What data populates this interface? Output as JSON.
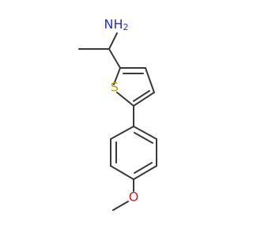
{
  "colors": {
    "bond": "#3a3a3a",
    "carbon": "#3a3a3a",
    "nitrogen": "#2b2bd9",
    "oxygen": "#e01c1c",
    "sulfur": "#b5a100",
    "background": "#ffffff"
  },
  "atoms": {
    "amine": {
      "element": "N",
      "label": "NH2",
      "label_main": "NH",
      "label_sub": "2"
    },
    "sulfur": {
      "element": "S",
      "label": "S"
    },
    "oxygen": {
      "element": "O",
      "label": "O"
    }
  }
}
